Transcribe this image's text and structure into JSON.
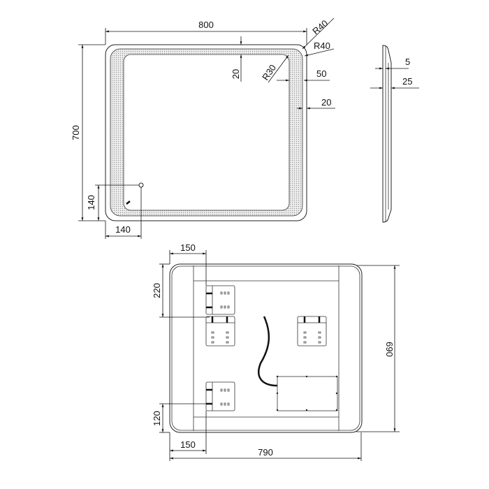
{
  "front_view": {
    "width": "800",
    "height": "700",
    "corner_outer": "R40",
    "corner_led": "R40",
    "corner_inner": "R30",
    "top_margin": "20",
    "led_band": "50",
    "edge_margin": "20",
    "switch_y": "140",
    "switch_x": "140"
  },
  "side_view": {
    "glass": "5",
    "depth": "25"
  },
  "back_view": {
    "bracket_x_top": "150",
    "bracket_y_top": "220",
    "height": "690",
    "bracket_y_bottom": "120",
    "bracket_x_bottom": "150",
    "width": "790"
  },
  "colors": {
    "line": "#222222",
    "led_band": "#d8d8d8"
  }
}
